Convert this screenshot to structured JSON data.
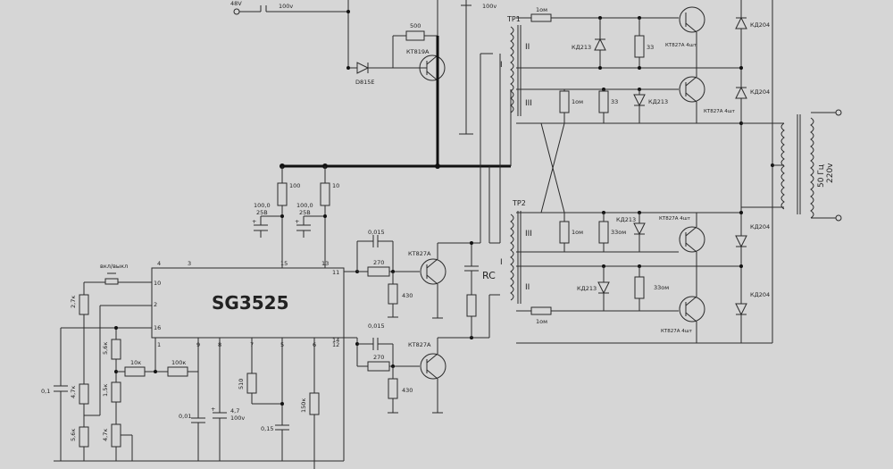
{
  "ic": {
    "name": "SG3525",
    "pins": {
      "p4": "4",
      "p3": "3",
      "p15": "15",
      "p13": "13",
      "p10": "10",
      "p2": "2",
      "p16": "16",
      "p11": "11",
      "p14": "14",
      "p1": "1",
      "p9": "9",
      "p8": "8",
      "p7": "7",
      "p5": "5",
      "p6": "6",
      "p12": "12"
    }
  },
  "supply": "48V",
  "switch": "вкл/выкл",
  "caps": {
    "top1": "100v",
    "top2": "100v",
    "c100a": "100,0",
    "c25a": "25В",
    "c100b": "100,0",
    "c25b": "25В",
    "c015a": "0,015",
    "c015b": "0,015",
    "c01": "0,1",
    "c001": "0,01",
    "c47": "4,7",
    "c100v": "100v",
    "c015": "0,15"
  },
  "resistors": {
    "r500": "500",
    "r100": "100",
    "r10": "10",
    "r270a": "270",
    "r430a": "430",
    "r270b": "270",
    "r430b": "430",
    "r27k": "2,7к",
    "r56k": "5,6к",
    "r47k": "4,7к",
    "r15k": "1,5к",
    "r47k2": "4,7к",
    "r10k": "10к",
    "r100k": "100к",
    "r510": "510",
    "r150k": "150к",
    "r1om_a": "1ом",
    "r33a": "33",
    "r1om_b": "1ом",
    "r33b": "33",
    "r1om_c": "1ом",
    "r33om_c": "33ом",
    "r33om_d": "33ом",
    "r1om_d": "1ом"
  },
  "semis": {
    "kt819": "КТ819А",
    "d815": "D815E",
    "kt827a": "КТ827А",
    "kt827b": "КТ827А",
    "kd213a": "КД213",
    "kd213b": "КД213",
    "kd213c": "КД213",
    "kd213d": "КД213",
    "kt827_4a": "КТ827А 4шт",
    "kt827_4b": "КТ827А 4шт",
    "kt827_4c": "КТ827А 4шт",
    "kt827_4d": "КТ827А 4шт",
    "kd204a": "КД204",
    "kd204b": "КД204",
    "kd204c": "КД204",
    "kd204d": "КД204"
  },
  "transformers": {
    "tp1": "ТР1",
    "tp2": "ТР2",
    "w1_II": "II",
    "w1_I": "I",
    "w1_III": "III",
    "w2_III": "III",
    "w2_I": "I",
    "w2_II": "II",
    "rc": "RC",
    "out50": "50 Гц",
    "out220": "220v"
  }
}
